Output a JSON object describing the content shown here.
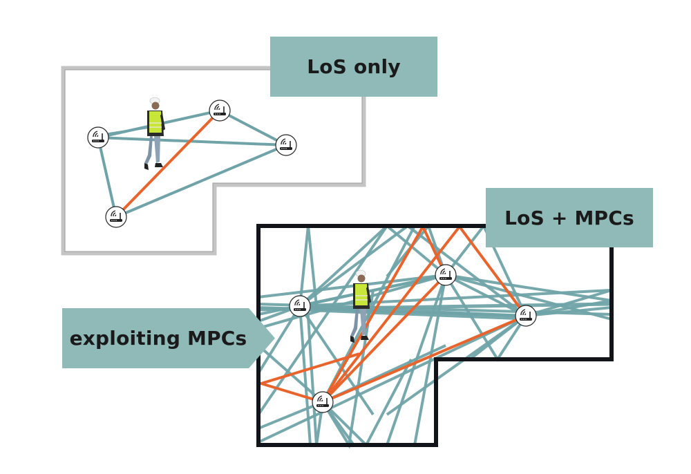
{
  "labels": {
    "los_only": "LoS only",
    "los_mpcs": "LoS + MPCs",
    "exploiting": "exploiting MPCs"
  },
  "colors": {
    "label_bg": "#8fbab8",
    "los_link": "#6fa3a8",
    "highlight_link": "#e8642c",
    "wall_light": "#c4c4c4",
    "wall_dark": "#111418"
  },
  "icons": {
    "anchor": "wifi-router-icon",
    "person": "worker-person-icon"
  },
  "panels": [
    {
      "name": "los-only-floorplan",
      "anchors": 4,
      "person": 1
    },
    {
      "name": "los-mpcs-floorplan",
      "anchors": 4,
      "person": 1
    }
  ]
}
